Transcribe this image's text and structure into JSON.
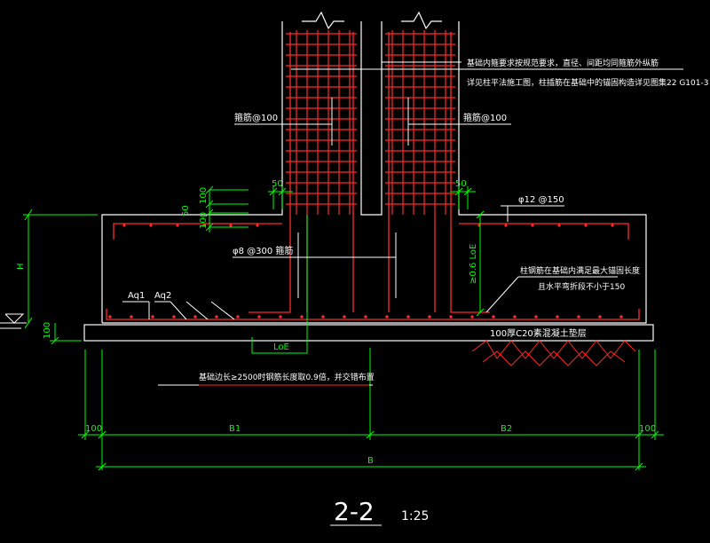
{
  "colors": {
    "background": "#000000",
    "outline": "#ffffff",
    "rebar": "#ff2a2a",
    "dimension": "#00ff00",
    "label": "#ffffff",
    "leader": "#ffffff"
  },
  "notes": {
    "note1_line1": "基础内箍要求按规范要求，直径、间距均同箍筋外纵筋",
    "note1_line2": "详见柱平法施工图，柱插筋在基础中的锚固构造详见图集22 G101-3",
    "left_stirrup": "箍筋@100",
    "right_stirrup": "箍筋@100",
    "top_mesh": "φ12 @150",
    "left_stirrup_lower": "φ8 @300 箍筋",
    "right_note_line1": "柱钢筋在基础内满足最大锚固长度",
    "right_note_line2": "且水平弯折段不小于150",
    "cushion": "100厚C20素混凝土垫层",
    "bottom_note": "基础边长≥2500时钢筋长度取0.9倍，并交错布置",
    "label_aq1": "Aq1",
    "label_aq2": "Aq2",
    "label_loe": "LoE",
    "label_06loe": "≥0.6 LoE"
  },
  "dimensions": {
    "d50_left": "50",
    "d50_right": "50",
    "d100_a": "100",
    "d50_mid": "50",
    "d100_b": "100",
    "h": "H",
    "d100_bottom": "100",
    "b1": "B1",
    "b2": "B2",
    "b": "B",
    "d100_left": "100",
    "d100_right": "100"
  },
  "title": {
    "section": "2-2",
    "scale": "1:25"
  }
}
